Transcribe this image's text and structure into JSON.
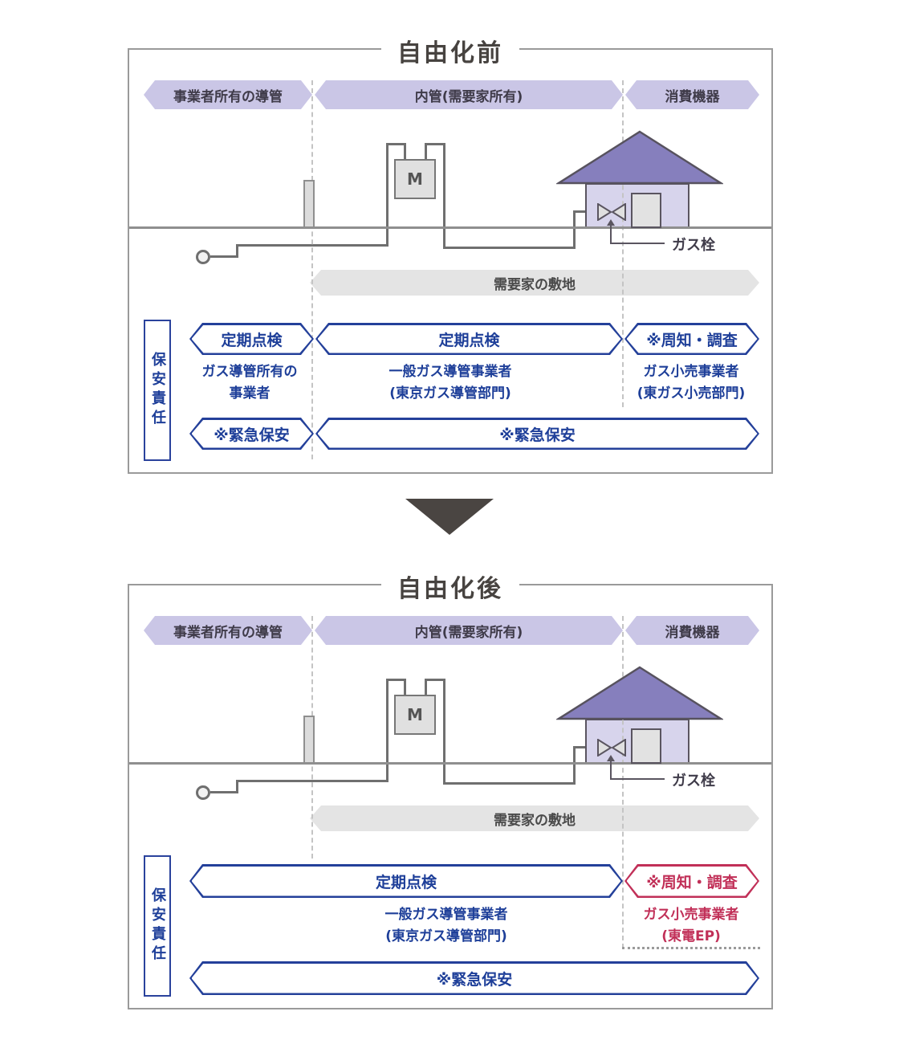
{
  "colors": {
    "accent_blue": "#24409a",
    "accent_red": "#c13058",
    "zone_band_purple": "#cac6e6",
    "roof_purple": "#867fbd",
    "wall_purple": "#d7d4ec",
    "premises_gray": "#e4e4e4",
    "title_gray": "#474340"
  },
  "panels": [
    {
      "title": "自由化前",
      "zones": [
        "事業者所有の導管",
        "内管(需要家所有)",
        "消費機器"
      ],
      "diagram": {
        "meter": "M",
        "gas_tap": "ガス栓",
        "premises": "需要家の敷地"
      },
      "responsibility": "保安責任",
      "inspection_row": [
        "定期点検",
        "定期点検",
        "※周知・調査"
      ],
      "operators": [
        {
          "line1": "ガス導管所有の",
          "line2": "事業者"
        },
        {
          "line1": "一般ガス導管事業者",
          "line2": "(東京ガス導管部門)"
        },
        {
          "line1": "ガス小売事業者",
          "line2": "(東ガス小売部門)"
        }
      ],
      "emergency_row": [
        "※緊急保安",
        "※緊急保安"
      ]
    },
    {
      "title": "自由化後",
      "zones": [
        "事業者所有の導管",
        "内管(需要家所有)",
        "消費機器"
      ],
      "diagram": {
        "meter": "M",
        "gas_tap": "ガス栓",
        "premises": "需要家の敷地"
      },
      "responsibility": "保安責任",
      "inspection_row": [
        "定期点検",
        "※周知・調査"
      ],
      "operators": [
        {
          "line1": "一般ガス導管事業者",
          "line2": "(東京ガス導管部門)"
        },
        {
          "line1": "ガス小売事業者",
          "line2": "(東電EP)"
        }
      ],
      "emergency_row": [
        "※緊急保安"
      ]
    }
  ]
}
